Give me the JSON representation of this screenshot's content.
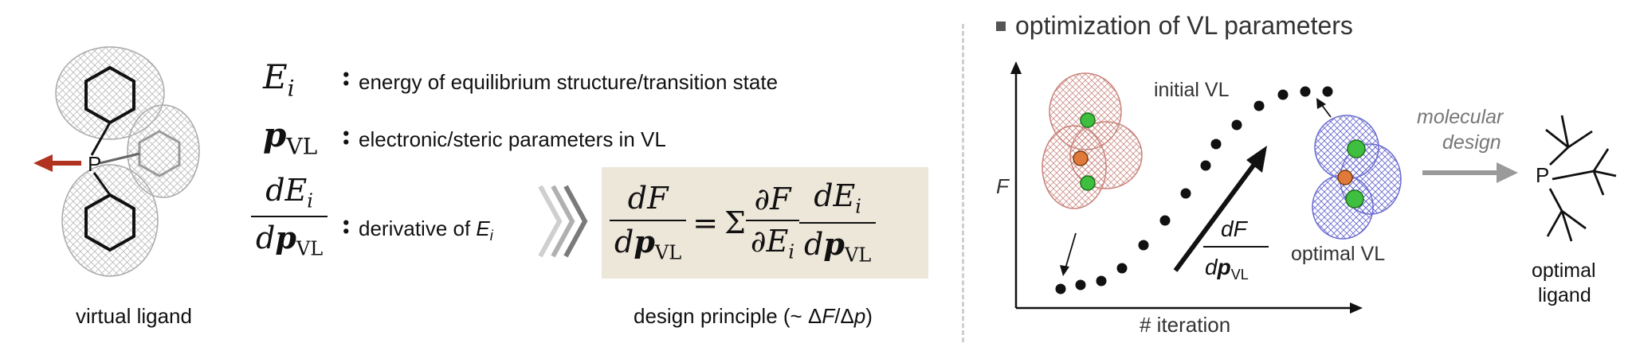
{
  "left": {
    "caption": "virtual ligand",
    "atom_label": "P"
  },
  "definitions": [
    {
      "desc": "energy of equilibrium structure/transition state"
    },
    {
      "desc": "electronic/steric parameters in VL"
    },
    {
      "desc_prefix": "derivative of "
    }
  ],
  "symbols": {
    "E": "E",
    "i": "i",
    "p": "p",
    "VL": "VL",
    "d": "d",
    "F": "F",
    "partial": "∂",
    "equals": "=",
    "sigma": "Σ"
  },
  "design_principle": {
    "caption_prefix": "design principle (~ Δ",
    "caption_F": "F",
    "caption_mid": "/Δ",
    "caption_p": "p",
    "caption_suffix": ")"
  },
  "right": {
    "title": "optimization of VL parameters",
    "y_axis_label": "F",
    "x_axis_label": "# iteration",
    "initial_label": "initial VL",
    "optimal_label": "optimal VL",
    "arrow_label_line1": "molecular",
    "arrow_label_line2": "design",
    "final_atom": "P",
    "final_caption_line1": "optimal",
    "final_caption_line2": "ligand"
  },
  "colors": {
    "red_arrow": "#b0321f",
    "box": "#ede7da",
    "initial_mesh": "#c9827a",
    "optimal_mesh": "#6a6ad0",
    "green_atom": "#3fbf3f",
    "gray_arrow": "#9a9a9a"
  }
}
